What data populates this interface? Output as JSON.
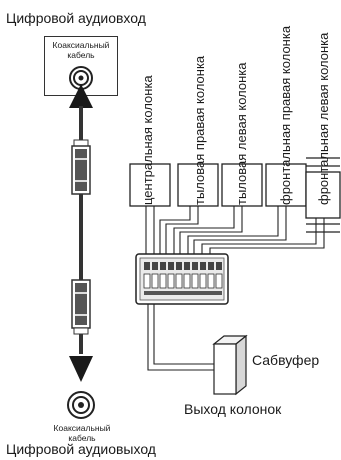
{
  "input_section": {
    "title": "Цифровой аудиовход",
    "cable_label_line1": "Коаксиальный",
    "cable_label_line2": "кабель"
  },
  "output_section": {
    "title": "Цифровой аудиовыход",
    "cable_label_line1": "Коаксиальный",
    "cable_label_line2": "кабель"
  },
  "speakers": [
    {
      "label": "центральная колонка"
    },
    {
      "label": "тыловая правая колонка"
    },
    {
      "label": "тыловая левая колонка"
    },
    {
      "label": "фронтальная правая колонка"
    },
    {
      "label": "фронтальная левая колонка"
    }
  ],
  "subwoofer_label": "Сабвуфер",
  "speaker_outputs_label": "Выход колонок"
}
